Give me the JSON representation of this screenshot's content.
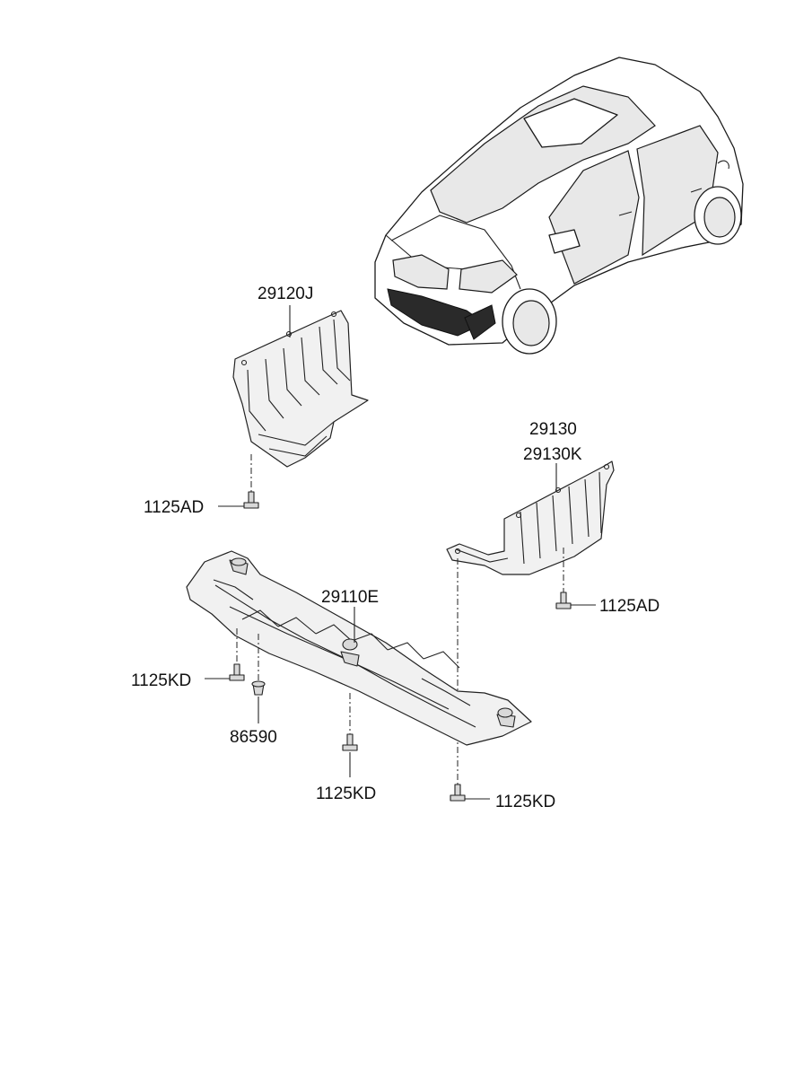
{
  "parts": {
    "p29120j": "29120J",
    "p29130": "29130",
    "p29130k": "29130K",
    "p29110e": "29110E",
    "p86590": "86590",
    "bolt_ad_left": "1125AD",
    "bolt_ad_right": "1125AD",
    "bolt_kd_left": "1125KD",
    "bolt_kd_mid": "1125KD",
    "bolt_kd_right": "1125KD"
  },
  "icons": {
    "car": "car-illustration-icon",
    "bolt": "bolt-icon",
    "clip": "clip-icon"
  }
}
